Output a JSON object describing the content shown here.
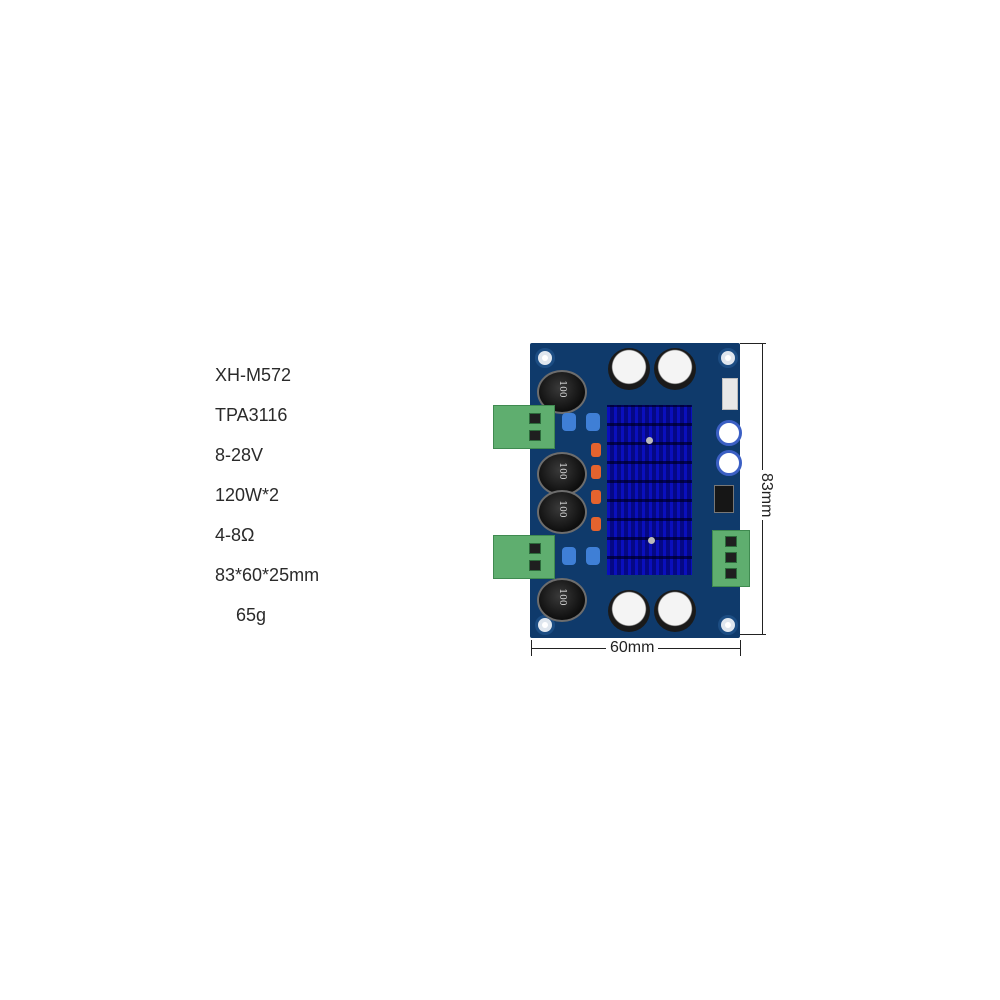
{
  "specs": [
    {
      "key": "model",
      "value": "XH-M572"
    },
    {
      "key": "chip",
      "value": "TPA3116"
    },
    {
      "key": "voltage",
      "value": "8-28V"
    },
    {
      "key": "power",
      "value": "120W*2"
    },
    {
      "key": "impedance",
      "value": "4-8Ω"
    },
    {
      "key": "size",
      "value": "83*60*25mm"
    },
    {
      "key": "weight",
      "value": "65g"
    }
  ],
  "product_image": {
    "description": "Blue amplifier PCB with heatsink, capacitors, inductors and green screw terminals",
    "inductor_label": "100",
    "colors": {
      "pcb": "#0f3a6b",
      "heatsink": "#2a33c9",
      "terminal": "#5fae6f"
    }
  },
  "dimensions": {
    "height_label": "83mm",
    "width_label": "60mm"
  }
}
